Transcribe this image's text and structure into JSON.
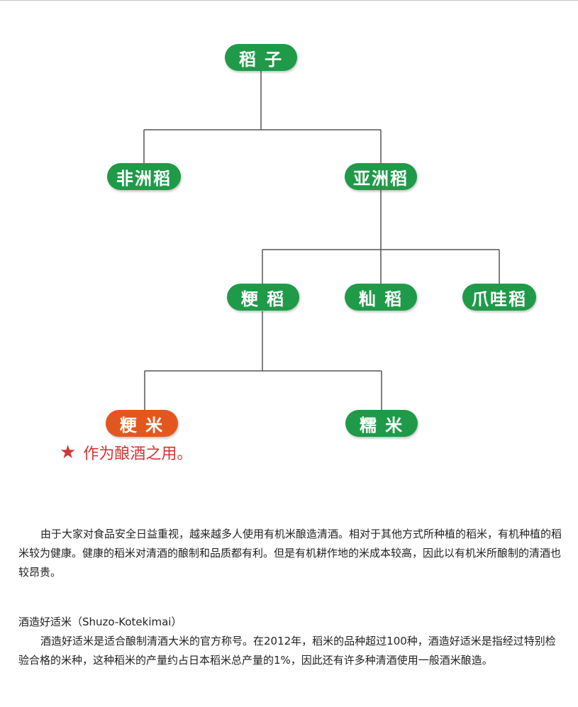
{
  "diagram": {
    "nodes": {
      "rice": "稻 子",
      "african": "非洲稻",
      "asian": "亚洲稻",
      "japonica": "粳 稻",
      "indica": "籼 稻",
      "javanica": "爪哇稻",
      "japonica_rice": "粳 米",
      "glutinous_rice": "糯 米"
    },
    "note": "作为酿酒之用。",
    "colors": {
      "node": "#1f9a49",
      "highlight": "#e3571f",
      "note": "#d43434",
      "line": "#555555"
    }
  },
  "article": {
    "paragraph1": "由于大家对食品安全日益重视，越来越多人使用有机米酿造清酒。相对于其他方式所种植的稻米，有机种植的稻米较为健康。健康的稻米对清酒的酿制和品质都有利。但是有机耕作地的米成本较高，因此以有机米所酿制的清酒也较昂贵。",
    "heading": "酒造好适米（Shuzo-Kotekimai）",
    "paragraph2": "酒造好适米是适合酿制清酒大米的官方称号。在2012年，稻米的品种超过100种，酒造好适米是指经过特别检验合格的米种，这种稻米的产量约占日本稻米总产量的1%，因此还有许多种清酒使用一般酒米酿造。"
  }
}
